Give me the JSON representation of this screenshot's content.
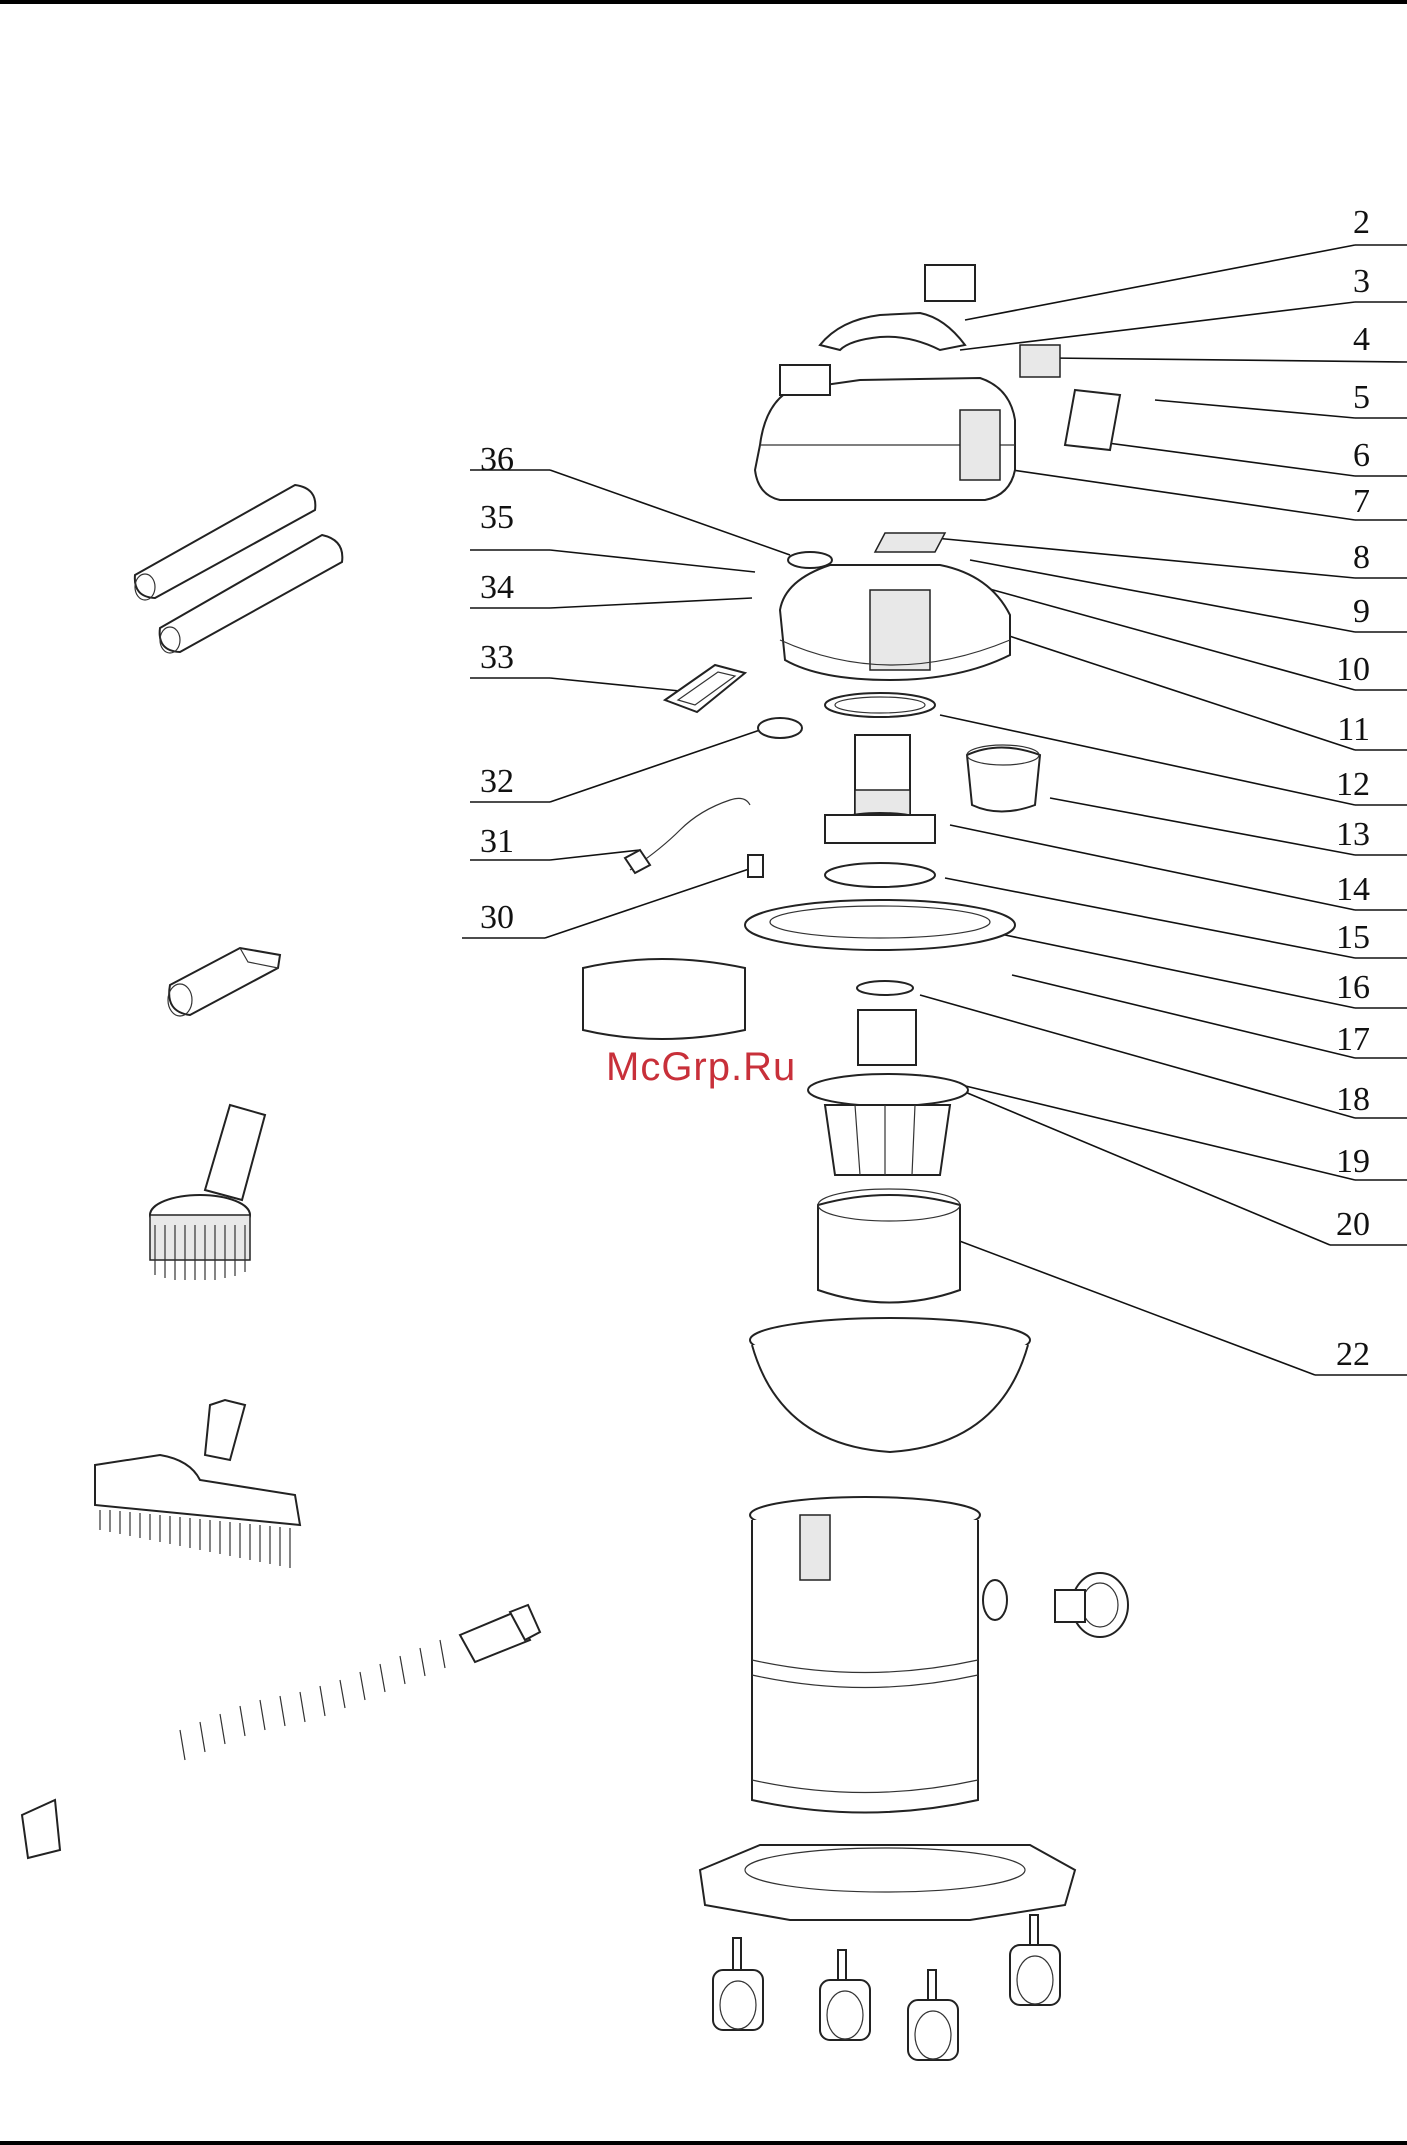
{
  "watermark": "McGrp.Ru",
  "right_labels": [
    "2",
    "3",
    "4",
    "5",
    "6",
    "7",
    "8",
    "9",
    "10",
    "11",
    "12",
    "13",
    "14",
    "15",
    "16",
    "17",
    "18",
    "19",
    "20",
    "22"
  ],
  "left_labels": [
    "36",
    "35",
    "34",
    "33",
    "32",
    "31",
    "30"
  ],
  "icons": {
    "extension_tubes": "tube-pair-icon",
    "crevice_nozzle": "crevice-nozzle-icon",
    "round_brush": "round-brush-icon",
    "floor_brush": "floor-brush-icon",
    "hose": "hose-icon",
    "motor": "motor-icon",
    "tank": "tank-icon",
    "base": "base-icon",
    "caster": "caster-icon"
  }
}
